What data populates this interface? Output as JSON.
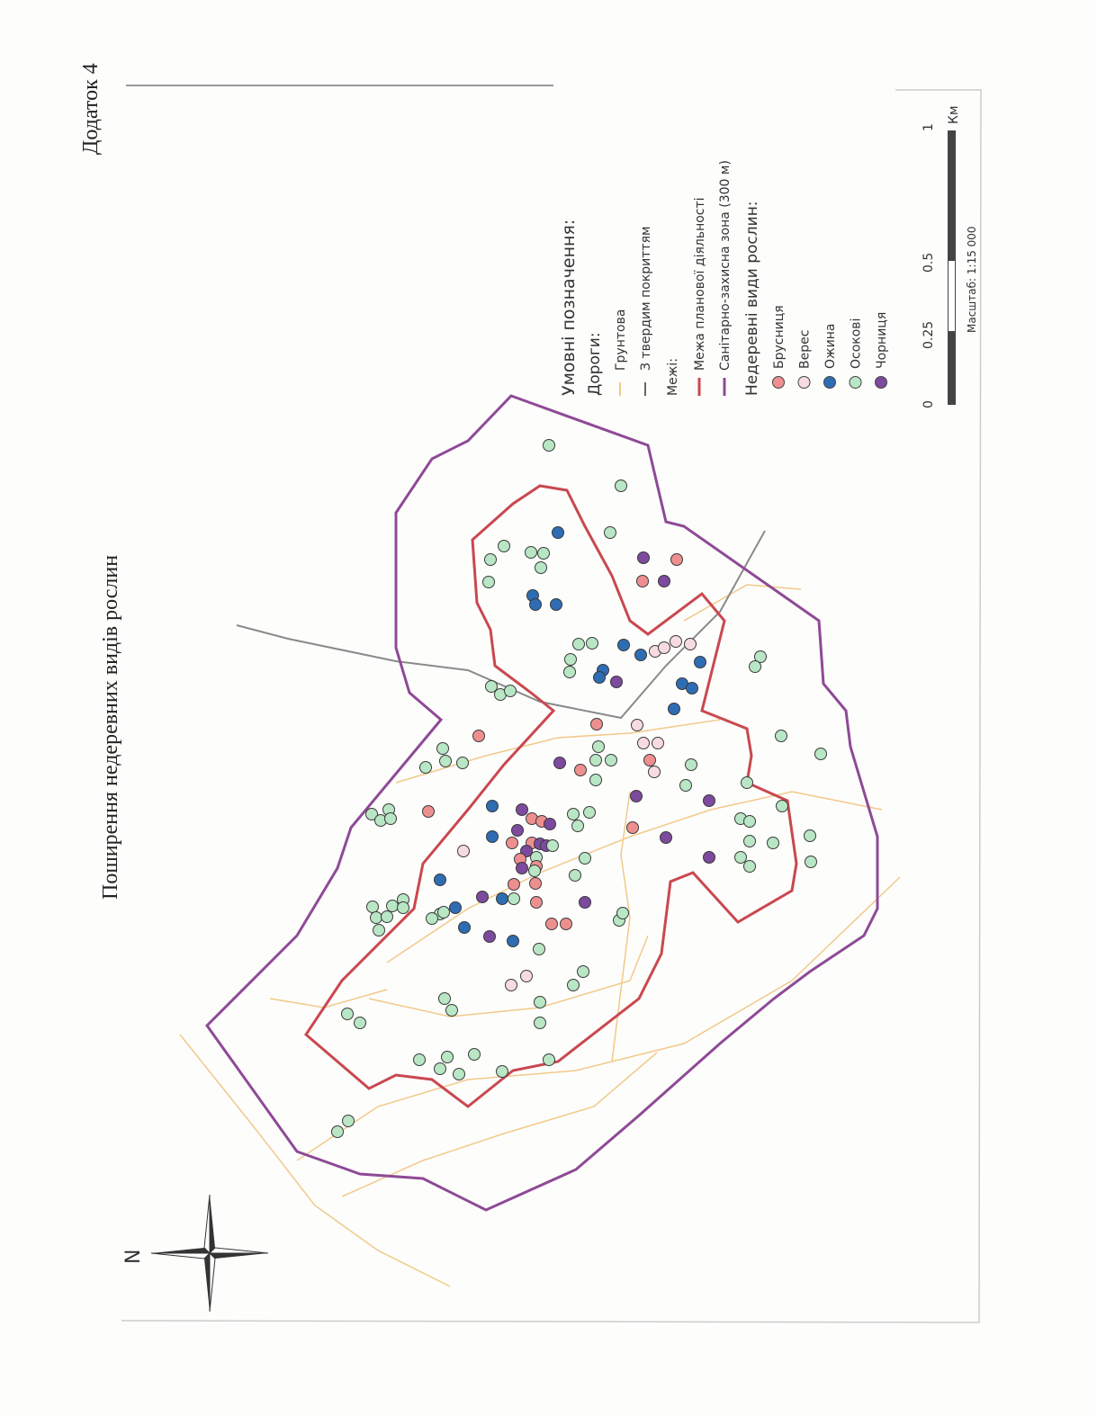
{
  "appendix_label": "Додаток 4",
  "title": "Поширення недеревних видів рослин",
  "north_label": "N",
  "legend": {
    "heading": "Умовні позначення:",
    "roads_heading": "Дороги:",
    "roads": [
      {
        "label": "Грунтова",
        "color": "#f2c98a"
      },
      {
        "label": "З твердим покриттям",
        "color": "#808080"
      }
    ],
    "bounds_heading": "Межі:",
    "bounds": [
      {
        "label": "Межа планової діяльності",
        "color": "#c9484f"
      },
      {
        "label": "Санітарно-захисна зона (300 м)",
        "color": "#8e4a96"
      }
    ],
    "species_heading": "Недеревні види рослин:",
    "species": [
      {
        "label": "Брусниця",
        "color": "#ee8f8f"
      },
      {
        "label": "Верес",
        "color": "#f7dbe0"
      },
      {
        "label": "Ожина",
        "color": "#2e6db3"
      },
      {
        "label": "Осокові",
        "color": "#b9e6c4"
      },
      {
        "label": "Чорниця",
        "color": "#7d4a9e"
      }
    ]
  },
  "scale": {
    "ticks": [
      "0",
      "0.25",
      "0.5",
      "1"
    ],
    "unit": "Км",
    "ratio_label": "Масштаб: 1:15 000"
  }
}
